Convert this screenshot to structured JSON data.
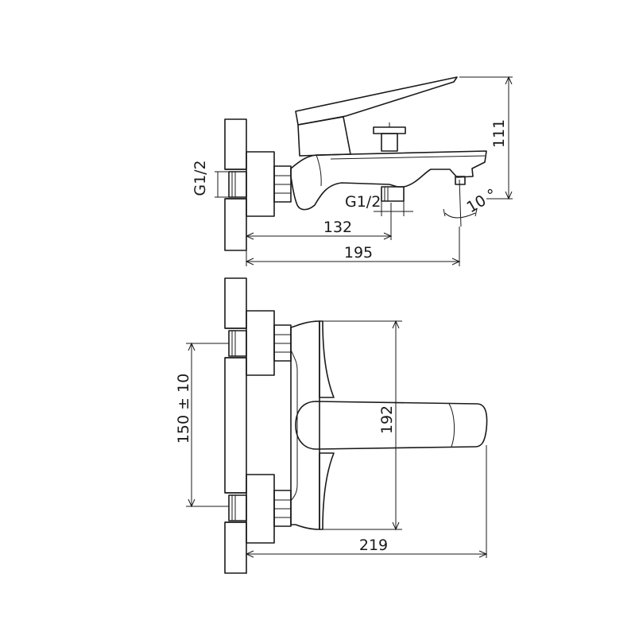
{
  "dimensions": {
    "side_view": {
      "height_label": "111",
      "inlet_thread_label": "G1/2",
      "outlet_thread_label": "G1/2",
      "depth_to_outlet_label": "132",
      "total_depth_label": "195",
      "angle_label": "10 °"
    },
    "front_view": {
      "inlet_spacing_label": "150 ± 10",
      "lever_height_label": "192",
      "total_width_label": "219"
    }
  },
  "colors": {
    "line": "#1a1a1a",
    "background": "#ffffff"
  }
}
